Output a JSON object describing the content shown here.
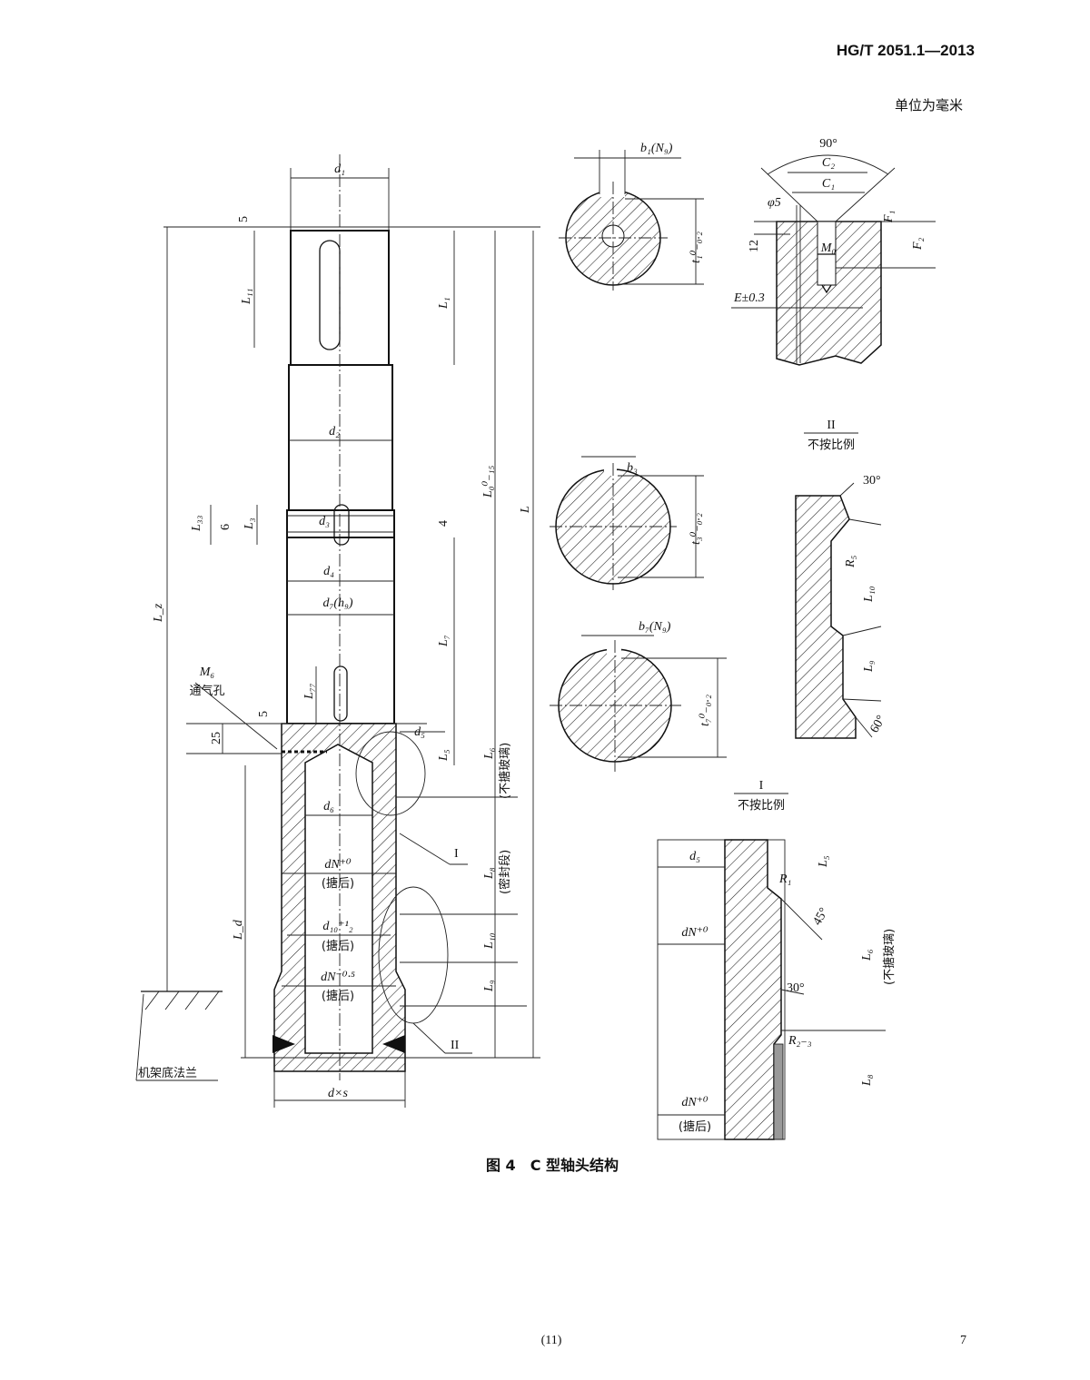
{
  "header": {
    "standard_no": "HG/T 2051.1—2013",
    "unit_note": "单位为毫米"
  },
  "main_view": {
    "d1": "d₁",
    "five_top": "5",
    "L11": "L₁₁",
    "L1": "L₁",
    "d2": "d₂",
    "L33": "L₃₃",
    "six": "6",
    "L3": "L₃",
    "d3": "d₃",
    "four": "4",
    "d4": "d₄",
    "d7": "d₇(h₉)",
    "L7": "L₇",
    "L77": "L₇₇",
    "M6": "M₆",
    "vent_hole": "通气孔",
    "five_mid": "5",
    "twenty_five": "25",
    "d5": "d₅",
    "L5": "L₅",
    "L6": "L₆",
    "no_glass": "(不搪玻璃)",
    "d6": "d₆",
    "detail_I": "I",
    "dN0": "dN⁺⁰",
    "after_lining_1": "(搪后)",
    "L8": "L₈",
    "seal_section": "(密封段)",
    "d10": "d₁₀⁺¹₂",
    "after_lining_2": "(搪后)",
    "L10": "L₁₀",
    "dN05": "dN⁻⁰·⁵",
    "after_lining_3": "(搪后)",
    "L9": "L₉",
    "detail_II": "II",
    "Ld": "L_d",
    "Lz": "L_z",
    "L": "L",
    "L0": "L₀⁰₋₁₅",
    "frame_flange": "机架底法兰",
    "dxs": "d×s"
  },
  "section_1": {
    "b1": "b₁(N₉)",
    "t1": "t₁⁰₋₀.₂"
  },
  "vent_detail": {
    "angle": "90°",
    "C2": "C₂",
    "C1": "C₁",
    "phi5": "φ5",
    "F1": "F₁",
    "twelve": "12",
    "M0": "M₀",
    "F2": "F₂",
    "E": "E±0.3"
  },
  "detail_II_view": {
    "title": "II",
    "scale_note": "不按比例",
    "angle30": "30°",
    "R5": "R₅",
    "L10": "L₁₀",
    "L9": "L₉",
    "angle60": "60°"
  },
  "section_3": {
    "b3": "b₃",
    "t3": "t₃⁰₋₀.₂"
  },
  "section_7": {
    "b7": "b₇(N₉)",
    "t7": "t₇⁰₋₀.₂"
  },
  "detail_I_view": {
    "title": "I",
    "scale_note": "不按比例",
    "d5": "d₅",
    "R1": "R₁",
    "L5": "L₅",
    "angle45": "45°",
    "dN0": "dN⁺⁰",
    "L6": "L₆",
    "no_glass": "(不搪玻璃)",
    "angle30": "30°",
    "R23": "R₂₋₃",
    "L8": "L₈",
    "dN0_b": "dN⁺⁰",
    "after_lining": "(搪后)"
  },
  "caption": "图 4　C 型轴头结构",
  "footer": {
    "center_page": "(11)",
    "page_no": "7"
  }
}
